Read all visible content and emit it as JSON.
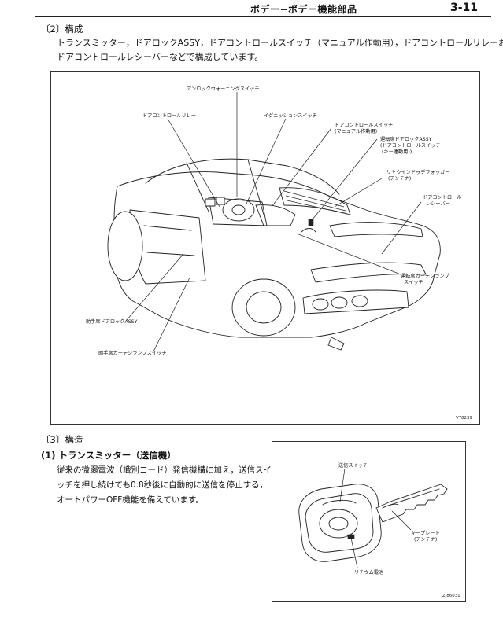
{
  "header": {
    "title": "ボデー−ボデー機能部品",
    "page_number": "3-11"
  },
  "section2": {
    "heading": "〔2〕構成",
    "body_line1": "トランスミッター，ドアロックASSY，ドアコントロールスイッチ（マニュアル作動用），ドアコントロールリレーおよび",
    "body_line2": "ドアコントロールレシーバーなどで構成しています。"
  },
  "figure1": {
    "labels": {
      "unlock_warning_switch": "アンロックウォーニングスイッチ",
      "door_control_relay": "ドアコントロールリレー",
      "ignition_switch": "イグニッションスイッチ",
      "door_control_switch_1": "ドアコントロールスイッチ",
      "door_control_switch_2": "(マニュアル作動用)",
      "driver_door_lock_1": "運転席ドアロックASSY",
      "driver_door_lock_2": "(ドアコントロールスイッチ",
      "driver_door_lock_3": "(キー連動用))",
      "rear_defogger_1": "リヤウインドゥデフォッガー",
      "rear_defogger_2": "(アンテナ)",
      "receiver_1": "ドアコントロール",
      "receiver_2": "レシーバー",
      "driver_courtesy_1": "運転席カーテシランプ",
      "driver_courtesy_2": "スイッチ",
      "passenger_door_lock": "助手席ドアロックASSY",
      "passenger_courtesy": "助手席カーテシランプスイッチ"
    },
    "code": "V78239"
  },
  "section3": {
    "heading": "〔3〕構造",
    "sub1_heading": "(1) トランスミッター（送信機）",
    "body_line1": "従来の微弱電波（識別コード）発信機構に加え，送信スイ",
    "body_line2": "ッチを押し続けても0.8秒後に自動的に送信を停止する，",
    "body_line3": "オートパワーOFF機能を備えています。"
  },
  "figure2": {
    "labels": {
      "transmit_switch": "送信スイッチ",
      "key_plate_1": "キープレート",
      "key_plate_2": "(アンテナ)",
      "lithium_battery": "リチウム電池"
    },
    "code": "Z 86031"
  }
}
